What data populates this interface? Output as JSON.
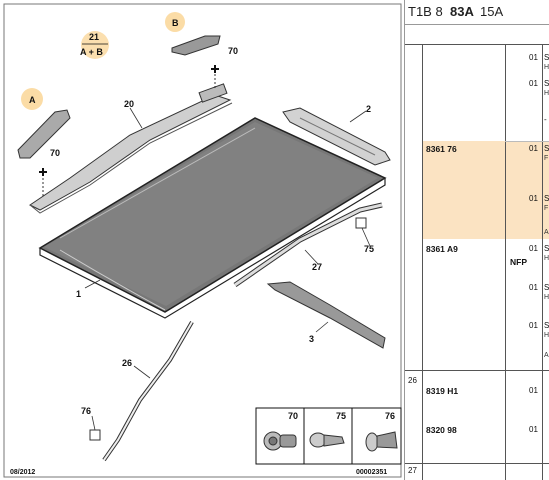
{
  "header": {
    "code_prefix": "T1B 8",
    "code_main": "83A",
    "code_suffix": "15A"
  },
  "diagram": {
    "callouts": {
      "c1": "1",
      "c2": "2",
      "c3": "3",
      "c20": "20",
      "c21": "21",
      "c21_sub": "A + B",
      "c26": "26",
      "c27": "27",
      "c70a": "70",
      "c70b": "70",
      "c75": "75",
      "c76": "76",
      "labelA": "A",
      "labelB": "B"
    },
    "legend": [
      "70",
      "75",
      "76"
    ],
    "footer_date": "08/2012",
    "footer_code": "00002351"
  },
  "parts_table": {
    "rows": [
      {
        "qty": "01",
        "letter": "S",
        "line2": "H"
      },
      {
        "qty": "01",
        "letter": "S",
        "line2": "H"
      },
      {
        "qty": "",
        "letter": "-",
        "line2": ""
      },
      {
        "ref": "8361 76",
        "qty": "01",
        "letter": "S",
        "line2": "F"
      },
      {
        "qty": "01",
        "letter": "S",
        "line2": "F"
      },
      {
        "qty": "",
        "letter": "A",
        "line2": ""
      },
      {
        "ref": "8361 A9",
        "badge": "NFP",
        "qty": "01",
        "letter": "S",
        "line2": "H"
      },
      {
        "qty": "01",
        "letter": "S",
        "line2": "H"
      },
      {
        "qty": "01",
        "letter": "S",
        "line2": "H"
      },
      {
        "qty": "",
        "letter": "A",
        "line2": ""
      }
    ],
    "group26": {
      "number": "26",
      "refs": [
        "8319 H1",
        "8320 98"
      ],
      "qty": [
        "01",
        "01"
      ]
    },
    "group27": {
      "number": "27"
    }
  }
}
